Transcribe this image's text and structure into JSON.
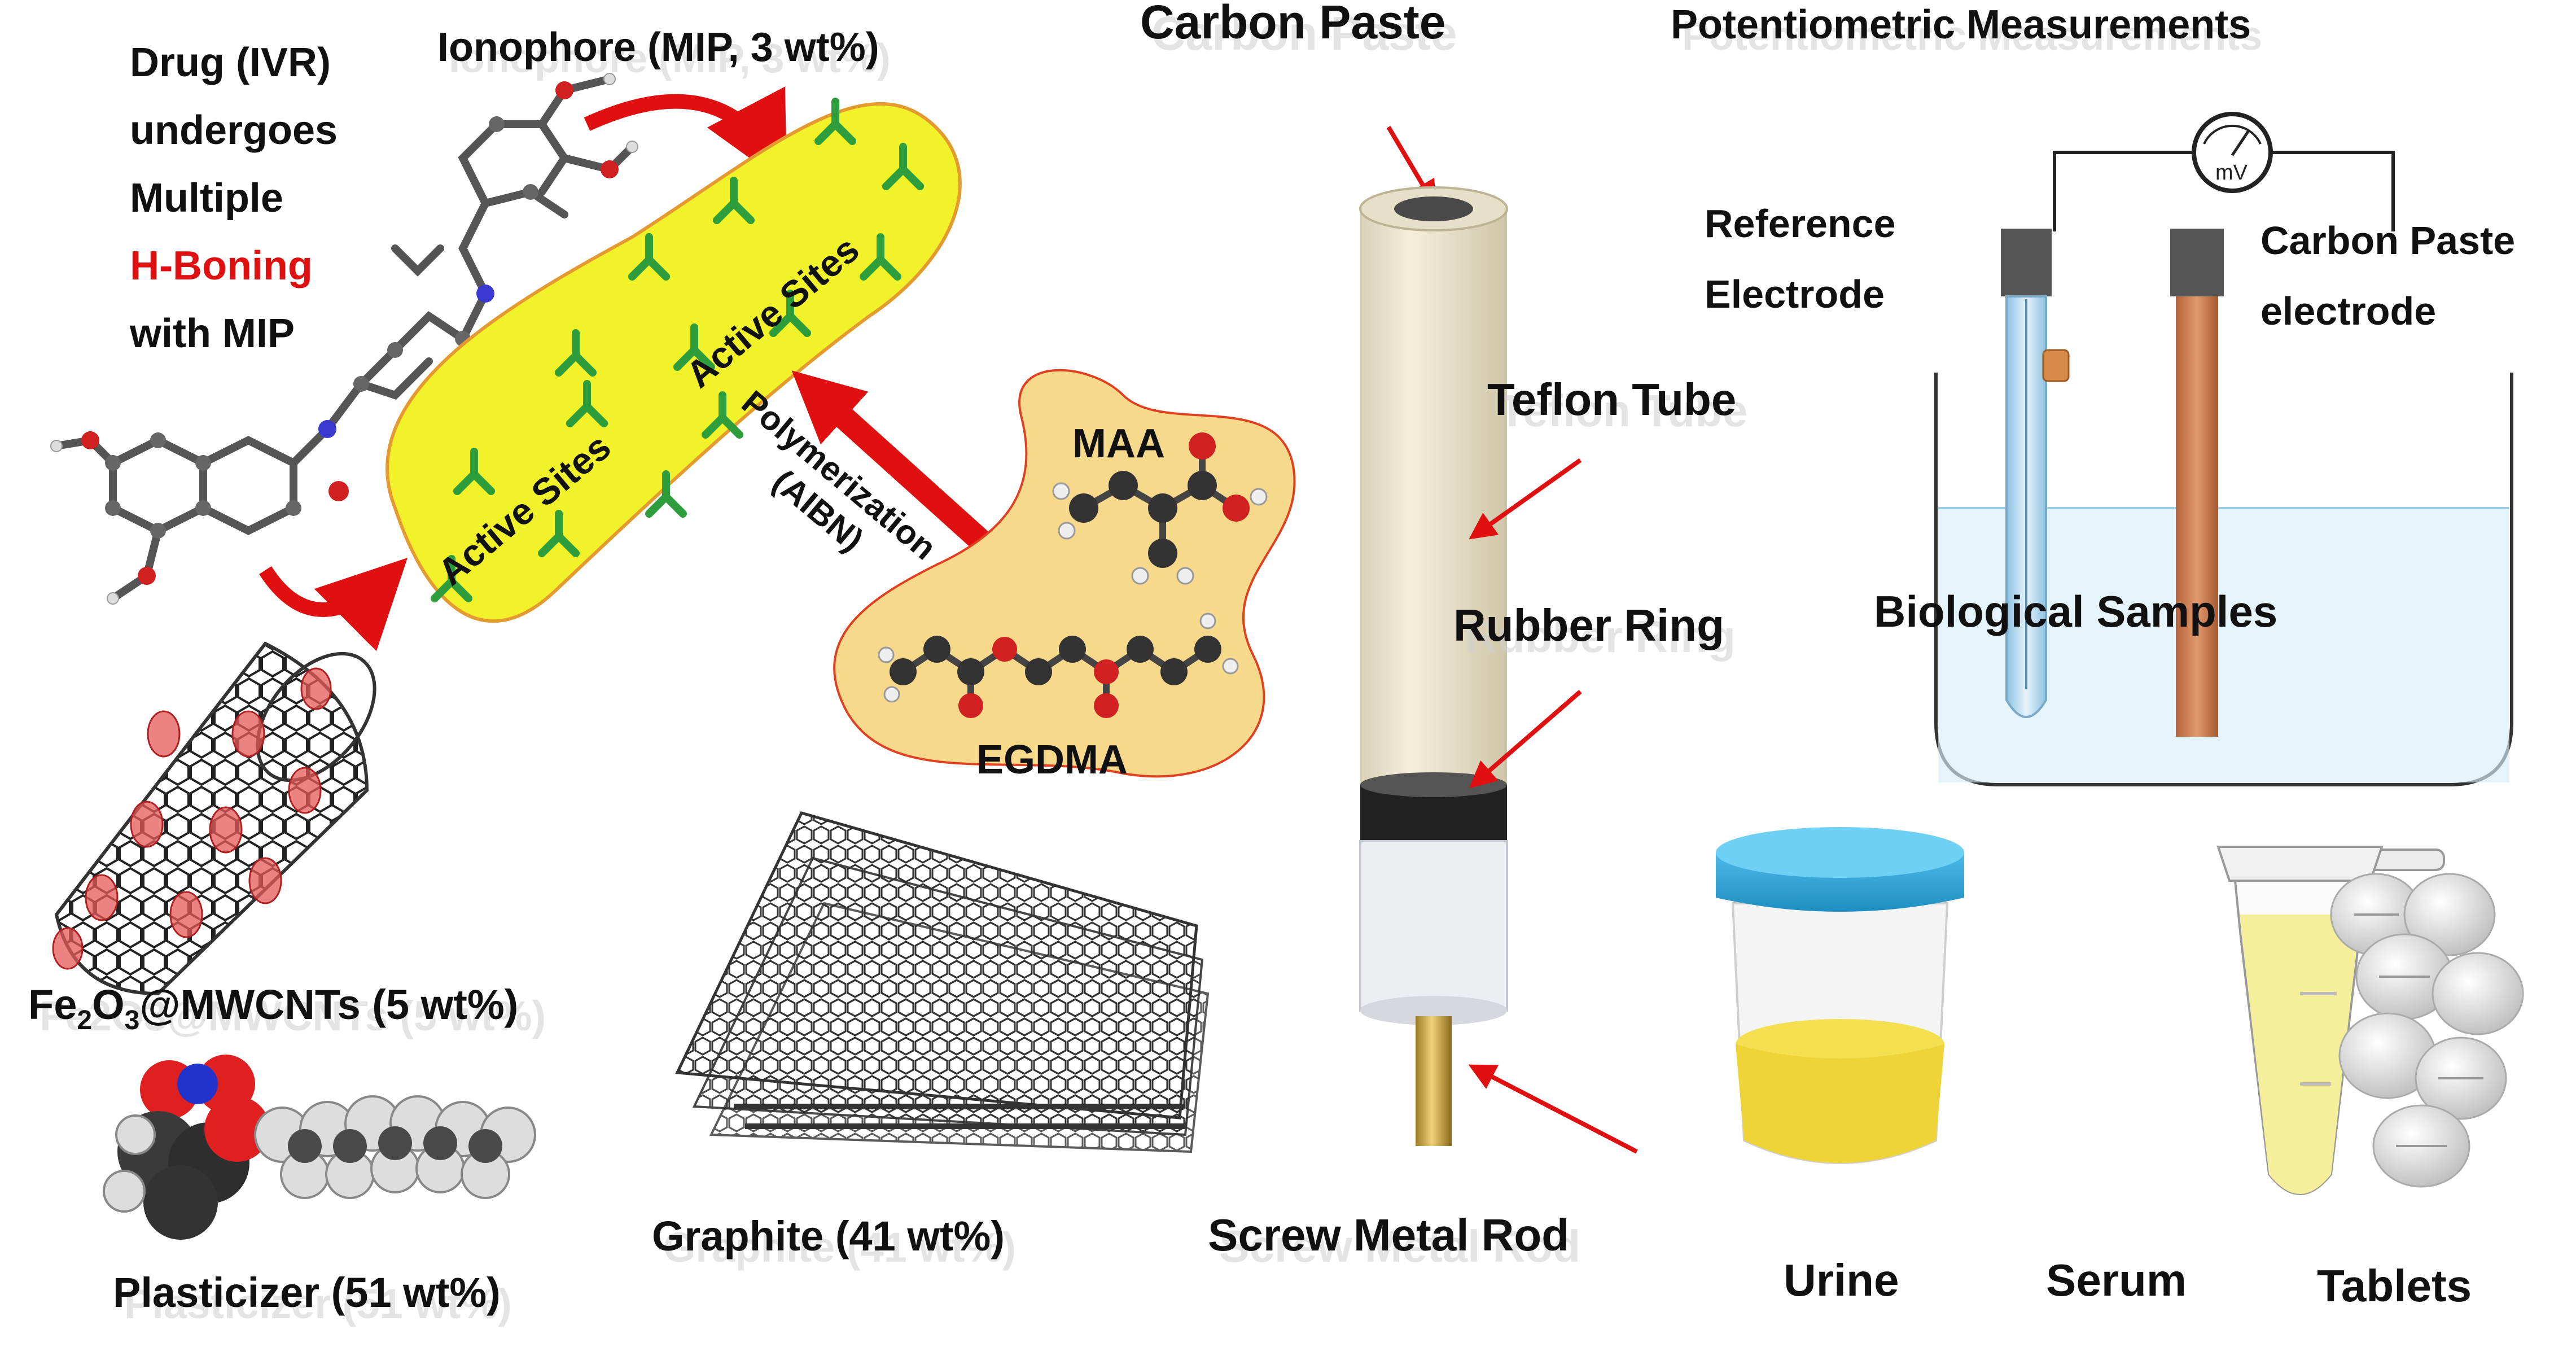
{
  "drug_text": {
    "line1": "Drug (IVR)",
    "line2": "undergoes",
    "line3": "Multiple",
    "line4_red": "H-Boning",
    "line5": "with MIP"
  },
  "ionophore_label": "Ionophore (MIP, 3 wt%)",
  "active_sites_label": "Active Sites",
  "polymerization_line1": "Polymerization",
  "polymerization_line2": "(AIBN)",
  "maa_label": "MAA",
  "egdma_label": "EGDMA",
  "nanotube_label": {
    "prefix": "Fe",
    "sub1": "2",
    "mid": "O",
    "sub2": "3",
    "suffix": "@MWCNTs (5 wt%)"
  },
  "plasticizer_label": "Plasticizer (51 wt%)",
  "graphite_label": "Graphite (41 wt%)",
  "electrode_labels": {
    "carbon_paste": "Carbon Paste",
    "teflon_tube": "Teflon Tube",
    "rubber_ring": "Rubber Ring",
    "screw_metal_rod": "Screw Metal Rod"
  },
  "potentiometric_title": "Potentiometric Measurements",
  "meter_unit": "mV",
  "reference_electrode": {
    "line1": "Reference",
    "line2": "Electrode"
  },
  "carbon_paste_electrode": {
    "line1": "Carbon Paste",
    "line2": "electrode"
  },
  "biological_samples": "Biological Samples",
  "samples": {
    "urine": "Urine",
    "serum": "Serum",
    "tablets": "Tablets"
  },
  "colors": {
    "highlight_yellow": "#f2f22a",
    "molecule_orange": "#f7d98c",
    "arrow_red": "#e01010",
    "site_green": "#2e9e3c",
    "urine_lid_blue": "#2ea8dd",
    "urine_yellow": "#eed437",
    "serum_yellow": "#f5ee9a",
    "electrode_copper": "#c9774a",
    "reference_blue": "#a9d2ea"
  }
}
